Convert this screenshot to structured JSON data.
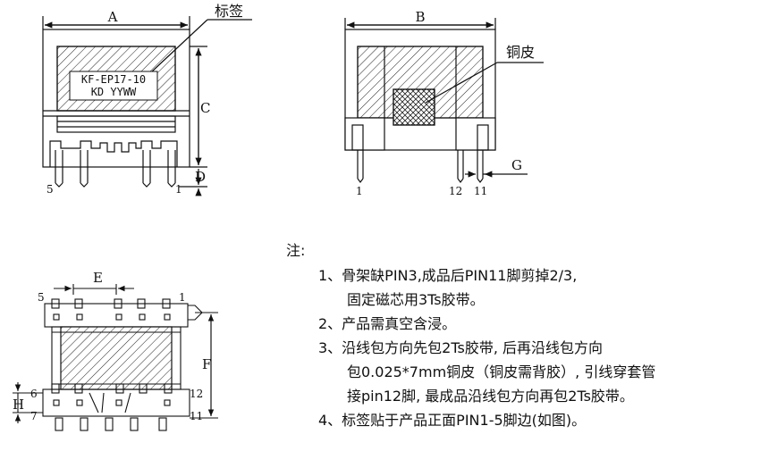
{
  "front_view": {
    "dim_a": "A",
    "dim_c": "C",
    "dim_d": "D",
    "label_callout": "标签",
    "label_line1": "KF-EP17-10",
    "label_line2": "KD YYWW",
    "pin_left": "5",
    "pin_right": "1"
  },
  "side_view": {
    "dim_b": "B",
    "dim_g": "G",
    "copper_callout": "铜皮",
    "pin_1": "1",
    "pin_12": "12",
    "pin_11": "11"
  },
  "bottom_view": {
    "dim_e": "E",
    "dim_f": "F",
    "dim_h": "H",
    "pin_5": "5",
    "pin_1": "1",
    "pin_6": "6",
    "pin_7": "7",
    "pin_12": "12",
    "pin_11": "11"
  },
  "notes": {
    "title": "注:",
    "items": [
      "1、骨架缺PIN3,成品后PIN11脚剪掉2/3,",
      "固定磁芯用3Ts胶带。",
      "2、产品需真空含浸。",
      "3、沿线包方向先包2Ts胶带, 后再沿线包方向",
      "包0.025*7mm铜皮（铜皮需背胶）, 引线穿套管",
      "接pin12脚, 最成品沿线包方向再包2Ts胶带。",
      "4、标签贴于产品正面PIN1-5脚边(如图)。"
    ]
  }
}
